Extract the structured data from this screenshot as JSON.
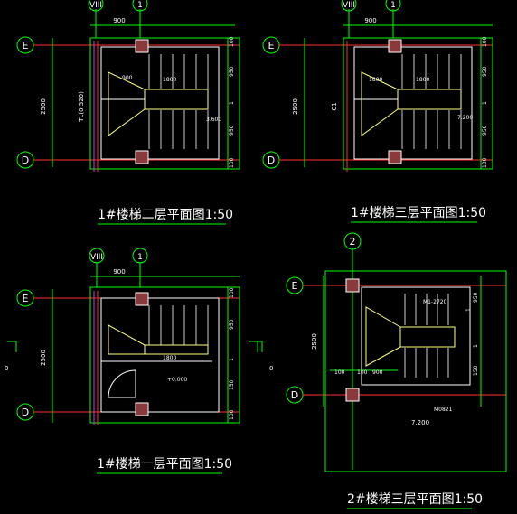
{
  "colors": {
    "background": "#000000",
    "grid_axis": "#00ff00",
    "wall": "#ffffff",
    "stair": "#ffff80",
    "section_line": "#ff3030",
    "pipe": "#c040ff",
    "column_fill": "#8a3a3a",
    "dim_text": "#ffffff",
    "title": "#ffffff",
    "accent_yellow": "#ffff00",
    "accent_cyan": "#40ffff"
  },
  "plans": {
    "tl": {
      "axis_top": [
        "VIII",
        "1"
      ],
      "axis_left": [
        "E",
        "D"
      ],
      "dim_top": "900",
      "dim_left": "2500",
      "dim_left_inner": "TL(0.520)",
      "tread_label_a": "900",
      "tread_label_b": "1800",
      "level": "3.600",
      "right_dims": [
        "100",
        "950",
        "1",
        "950",
        "100"
      ],
      "title": "1#楼梯二层平面图1:50"
    },
    "tr": {
      "axis_top": [
        "VIII",
        "1"
      ],
      "axis_left": [
        "E",
        "D"
      ],
      "dim_top": "900",
      "dim_left": "2500",
      "dim_left_inner": "C1",
      "tread_label_a": "1800",
      "tread_label_b": "1800",
      "level": "7.200",
      "right_dims": [
        "100",
        "950",
        "1",
        "950",
        "100"
      ],
      "title": "1#楼梯三层平面图1:50"
    },
    "bl": {
      "axis_top": [
        "VIII",
        "1"
      ],
      "axis_left": [
        "E",
        "D"
      ],
      "dim_top": "900",
      "dim_left": "2500",
      "tread_label": "1800",
      "level": "+0.000",
      "right_dims": [
        "100",
        "950",
        "1",
        "150",
        "100"
      ],
      "side_mark": "0",
      "title": "1#楼梯一层平面图1:50"
    },
    "br": {
      "axis_top": [
        "2"
      ],
      "axis_left": [
        "E",
        "D"
      ],
      "dim_left": "2500",
      "door_top": "M1-2720",
      "door_bottom": "M0821",
      "bottom_dims": [
        "100",
        "100",
        "900"
      ],
      "level": "7.200",
      "right_dims": [
        "1",
        "950",
        "1",
        "150"
      ],
      "side_mark": "0",
      "title": "2#楼梯三层平面图1:50"
    }
  }
}
